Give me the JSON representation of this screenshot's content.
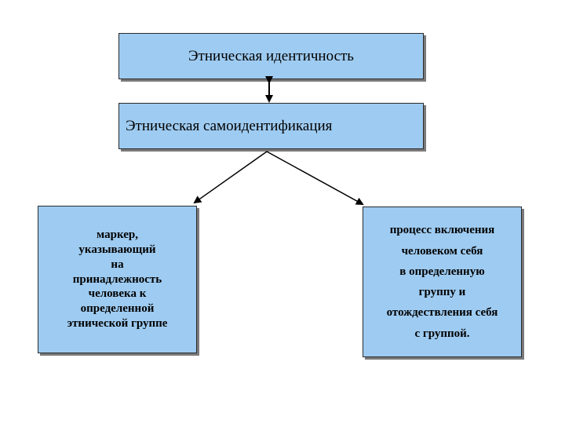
{
  "diagram": {
    "top_box": {
      "text": "Этническая идентичность"
    },
    "middle_box": {
      "text": "Этническая самоидентификация"
    },
    "left_box": {
      "text": "маркер,\nуказывающий\nна\nпринадлежность\nчеловека к\nопределенной\nэтнической группе"
    },
    "right_box": {
      "text": "процесс  включения\nчеловеком себя\nв определенную\nгруппу и\nотождествления себя\nс группой."
    },
    "colors": {
      "box_fill": "#9ecbf1",
      "box_border": "#2b2b2b",
      "arrow": "#000000",
      "shadow": "#7a7a7a"
    }
  }
}
